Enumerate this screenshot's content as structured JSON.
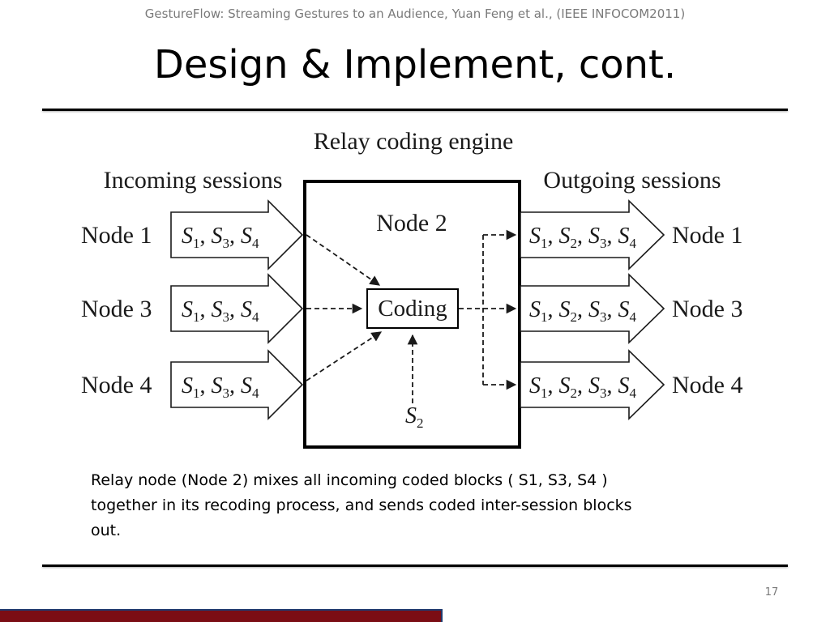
{
  "header": {
    "citation": "GestureFlow: Streaming Gestures to an Audience, Yuan Feng et al., (IEEE INFOCOM2011)",
    "title": "Design & Implement, cont."
  },
  "diagram": {
    "title": "Relay coding engine",
    "incoming_label": "Incoming sessions",
    "outgoing_label": "Outgoing sessions",
    "relay_node": "Node 2",
    "coding_box": "Coding",
    "local_source": {
      "base": "S",
      "sub": "2"
    },
    "incoming": [
      {
        "node": "Node 1",
        "sessions": [
          {
            "base": "S",
            "sub": "1"
          },
          {
            "base": "S",
            "sub": "3"
          },
          {
            "base": "S",
            "sub": "4"
          }
        ]
      },
      {
        "node": "Node 3",
        "sessions": [
          {
            "base": "S",
            "sub": "1"
          },
          {
            "base": "S",
            "sub": "3"
          },
          {
            "base": "S",
            "sub": "4"
          }
        ]
      },
      {
        "node": "Node 4",
        "sessions": [
          {
            "base": "S",
            "sub": "1"
          },
          {
            "base": "S",
            "sub": "3"
          },
          {
            "base": "S",
            "sub": "4"
          }
        ]
      }
    ],
    "outgoing": [
      {
        "node": "Node 1",
        "sessions": [
          {
            "base": "S",
            "sub": "1"
          },
          {
            "base": "S",
            "sub": "2"
          },
          {
            "base": "S",
            "sub": "3"
          },
          {
            "base": "S",
            "sub": "4"
          }
        ]
      },
      {
        "node": "Node 3",
        "sessions": [
          {
            "base": "S",
            "sub": "1"
          },
          {
            "base": "S",
            "sub": "2"
          },
          {
            "base": "S",
            "sub": "3"
          },
          {
            "base": "S",
            "sub": "4"
          }
        ]
      },
      {
        "node": "Node 4",
        "sessions": [
          {
            "base": "S",
            "sub": "1"
          },
          {
            "base": "S",
            "sub": "2"
          },
          {
            "base": "S",
            "sub": "3"
          },
          {
            "base": "S",
            "sub": "4"
          }
        ]
      }
    ]
  },
  "caption": "Relay node (Node 2) mixes all incoming coded blocks ( S1, S3, S4 ) together in its recoding process, and sends coded inter-session blocks out.",
  "page_number": "17",
  "colors": {
    "footer_bar": "#7b0d14",
    "footer_border": "#1f3a6e",
    "muted_text": "#7a7a7a"
  }
}
